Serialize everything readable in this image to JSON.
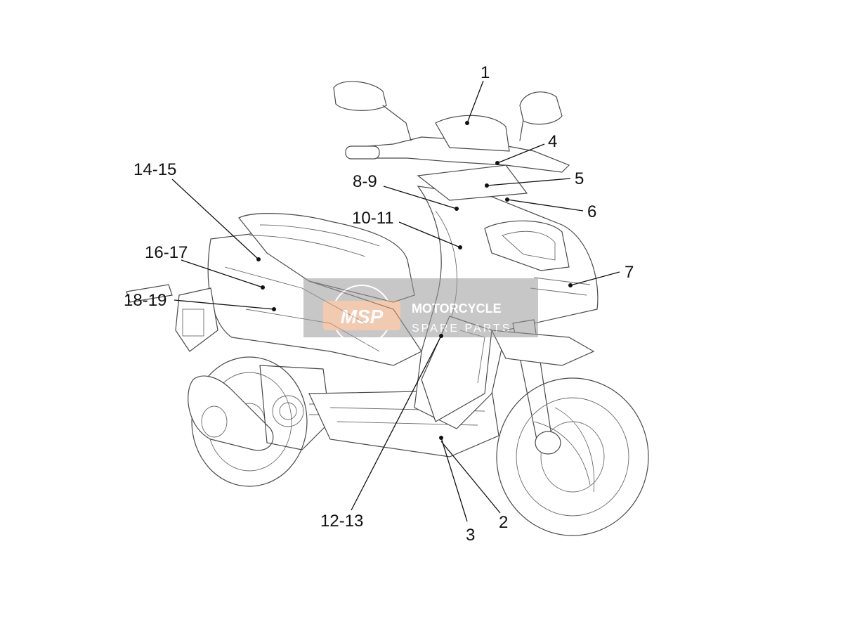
{
  "callouts": [
    {
      "id": "c1",
      "label": "1"
    },
    {
      "id": "c4",
      "label": "4"
    },
    {
      "id": "c5",
      "label": "5"
    },
    {
      "id": "c6",
      "label": "6"
    },
    {
      "id": "c7",
      "label": "7"
    },
    {
      "id": "c89",
      "label": "8-9"
    },
    {
      "id": "c1011",
      "label": "10-11"
    },
    {
      "id": "c1415",
      "label": "14-15"
    },
    {
      "id": "c1617",
      "label": "16-17"
    },
    {
      "id": "c1819",
      "label": "18-19"
    },
    {
      "id": "c1213",
      "label": "12-13"
    },
    {
      "id": "c3",
      "label": "3"
    },
    {
      "id": "c2",
      "label": "2"
    }
  ],
  "watermark": {
    "logo": "MSP",
    "line1": "MOTORCYCLE",
    "line2": "SPARE PARTS",
    "colors": {
      "band": "#9a9a9a",
      "logo": "#e8a070",
      "text": "#ffffff"
    }
  }
}
